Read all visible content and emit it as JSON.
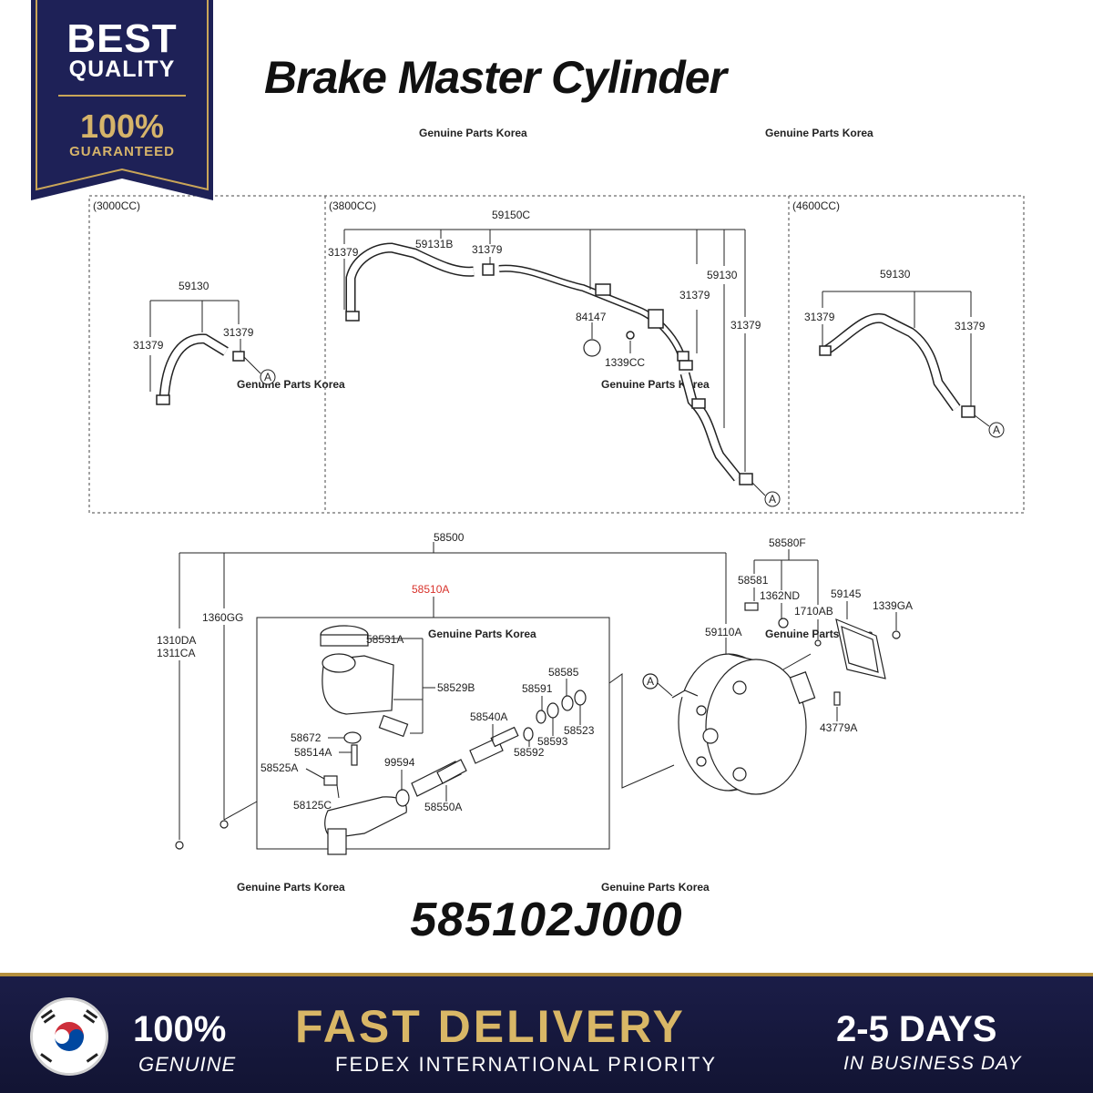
{
  "badge": {
    "line1": "BEST",
    "line2": "QUALITY",
    "line3": "100%",
    "line4": "GUARANTEED",
    "navy": "#1e2157",
    "gold": "#c9a558"
  },
  "title": "Brake Master Cylinder",
  "part_number": "585102J000",
  "watermark": "Genuine Parts Korea",
  "diagram": {
    "engine_labels": [
      "(3000CC)",
      "(3800CC)",
      "(4600CC)"
    ],
    "callouts_top": {
      "p3000": [
        "59130",
        "31379",
        "31379"
      ],
      "p3800": [
        "59150C",
        "31379",
        "59131B",
        "31379",
        "84147",
        "1339CC",
        "59130",
        "31379",
        "31379"
      ],
      "p4600": [
        "59130",
        "31379",
        "31379"
      ]
    },
    "marker": "A",
    "callouts_bottom": {
      "assembly": "58500",
      "highlight": "58510A",
      "left": [
        "1360GG",
        "1310DA",
        "1311CA"
      ],
      "parts": [
        "58531A",
        "58529B",
        "58672",
        "58514A",
        "58525A",
        "58125C",
        "99594",
        "58550A",
        "58540A",
        "58591",
        "58585",
        "58592",
        "58593",
        "58523"
      ],
      "booster": [
        "58580F",
        "58581",
        "1362ND",
        "1710AB",
        "59145",
        "1339GA",
        "59110A",
        "43779A"
      ]
    },
    "highlight_color": "#d8322b"
  },
  "footer": {
    "genuine_big": "100%",
    "genuine_small": "GENUINE",
    "fast": "FAST DELIVERY",
    "fedex": "FEDEX INTERNATIONAL PRIORITY",
    "days": "2-5 DAYS",
    "days_small": "IN BUSINESS DAY"
  }
}
